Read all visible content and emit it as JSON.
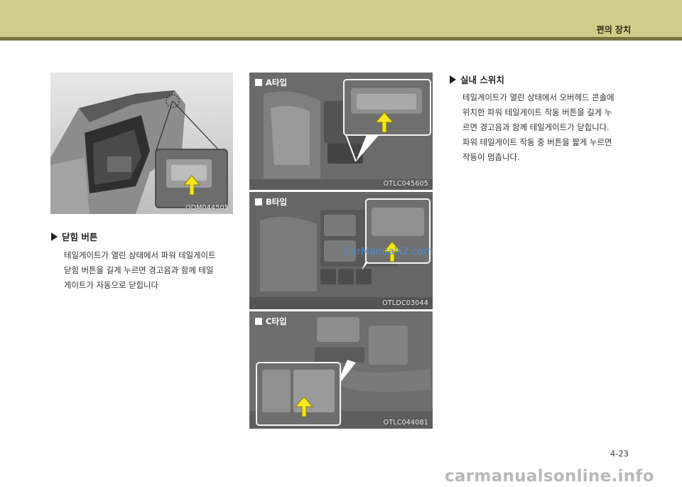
{
  "header": {
    "title": "편의 장치"
  },
  "photos": {
    "exterior": {
      "code": "ODM044505"
    },
    "type_a": {
      "label": "A타입",
      "code": "OTLC045605"
    },
    "type_b": {
      "label": "B타입",
      "code": "OTLDC03044"
    },
    "type_c": {
      "label": "C타입",
      "code": "OTLC044081"
    }
  },
  "close_button_section": {
    "heading": "닫힘 버튼",
    "lines": [
      "테일게이트가 열린 상태에서 파워 테일게이트",
      "닫힘 버튼을 길게 누르면 경고음과 함께 테일",
      "게이트가 자동으로 닫힙니다"
    ]
  },
  "indoor_switch_section": {
    "heading": "실내 스위치",
    "lines": [
      "테일게이트가 열린 상태에서 오버헤드 콘솔에",
      "위치한 파워 테일게이트 작동 버튼을 길게 누",
      "르면 경고음과 함께 테일게이트가 닫힙니다.",
      "파워 테일게이트 작동 중 버튼을 짧게 누르면",
      "작동이 멈춥니다."
    ]
  },
  "page_number": "4-23",
  "watermark": "CarManuals2.com",
  "footer_brand": "carmanualsonline.info",
  "colors": {
    "header_band": "#d2cc8a",
    "header_line": "#7a7440",
    "arrow": "#f5e620"
  }
}
